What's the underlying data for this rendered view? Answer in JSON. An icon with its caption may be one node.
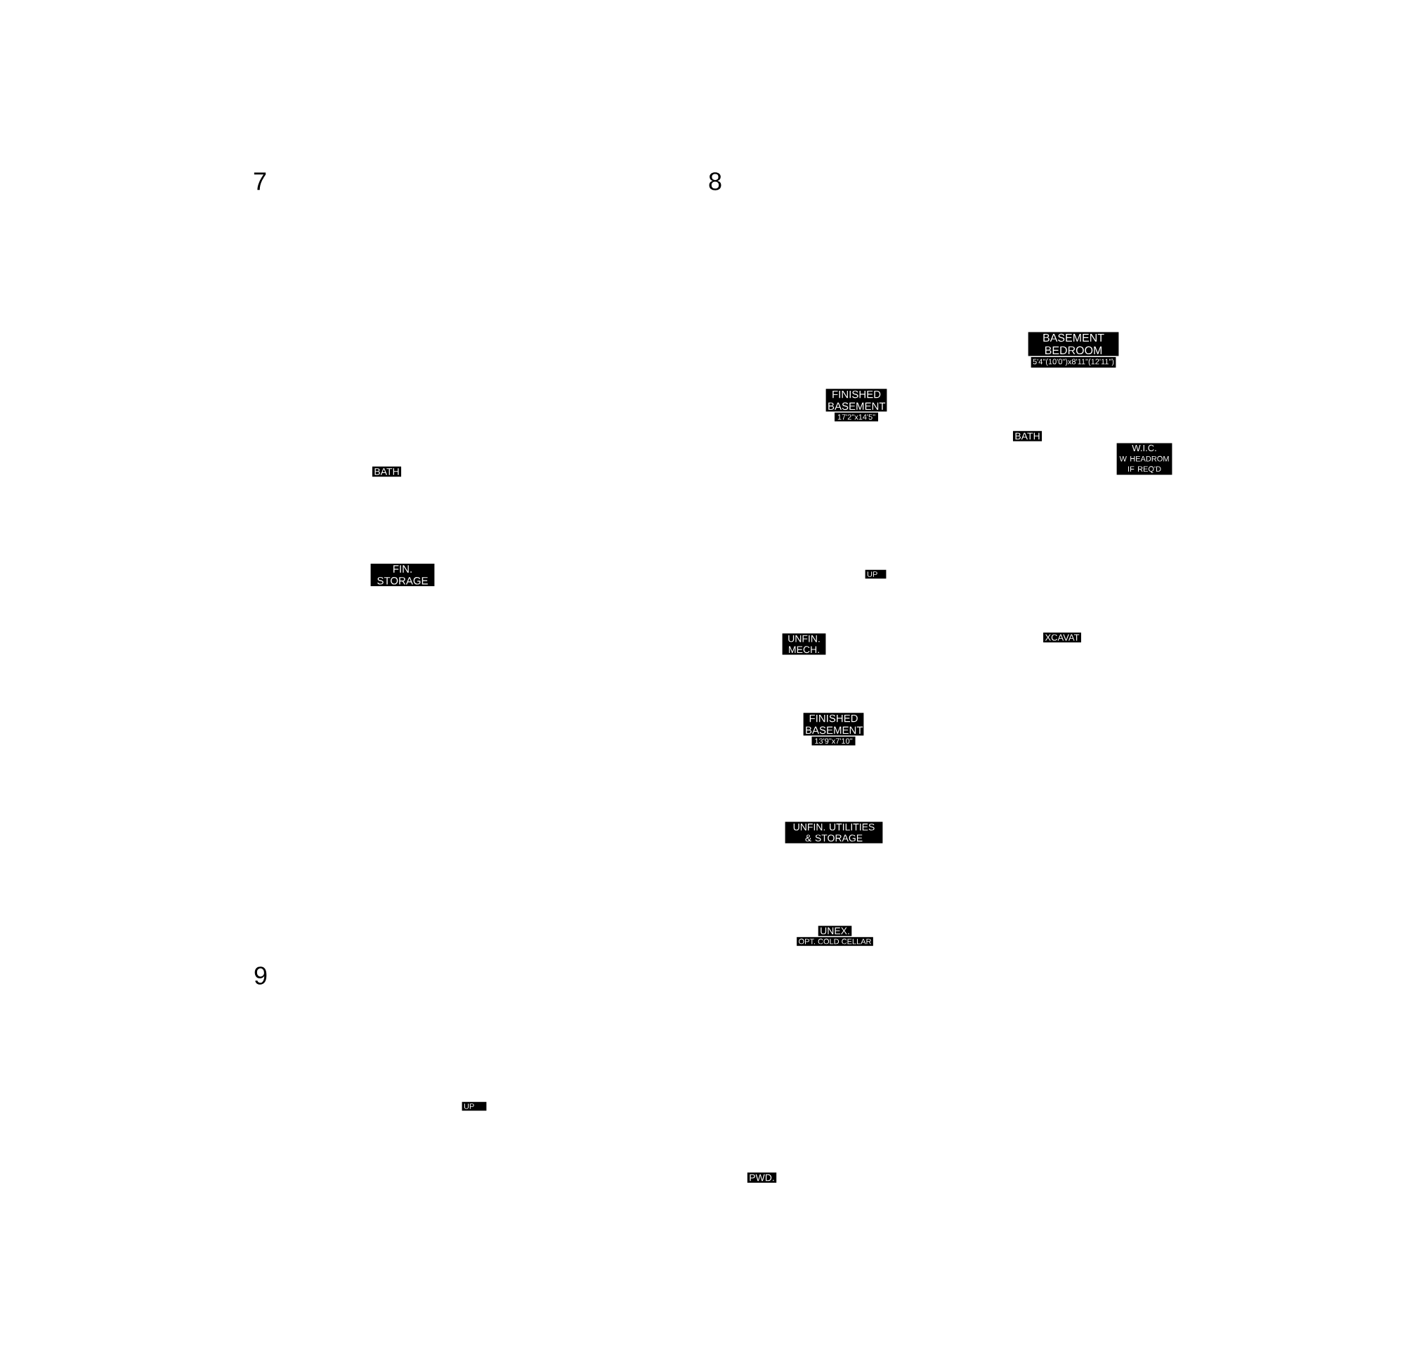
{
  "diagram": {
    "nodes": [
      {
        "text": [
          "BATH"
        ]
      },
      {
        "text": [
          "FIN. STORAGE"
        ]
      },
      {
        "text": [
          "BASEMENT BEDROOM"
        ]
      },
      {
        "text": [
          "5'4\"(10'0\")x8'11\"(12'11\")"
        ]
      },
      {
        "text": [
          "FINISHED BASEMENT"
        ]
      },
      {
        "text": [
          "17'2\"x14'5\""
        ]
      },
      {
        "text": [
          "BATH"
        ]
      },
      {
        "text": [
          "W.I.C.",
          "W HEADROM IF REQ'D"
        ]
      },
      {
        "text": [
          "UP"
        ]
      },
      {
        "text": [
          "UNFIN. MECH."
        ]
      },
      {
        "text": [
          "XCAVAT"
        ]
      },
      {
        "text": [
          "FINISHED BASEMENT"
        ]
      },
      {
        "text": [
          "13'9\"x7'10\""
        ]
      },
      {
        "text": [
          "UNFIN. UTILITIES & STORAGE"
        ]
      },
      {
        "text": [
          "UNEX."
        ]
      },
      {
        "text": [
          "OPT. COLD CELLAR"
        ]
      },
      {
        "text": [
          "UP"
        ]
      },
      {
        "text": [
          "PWD."
        ]
      }
    ],
    "labels": [
      "7",
      "8",
      "9"
    ]
  }
}
